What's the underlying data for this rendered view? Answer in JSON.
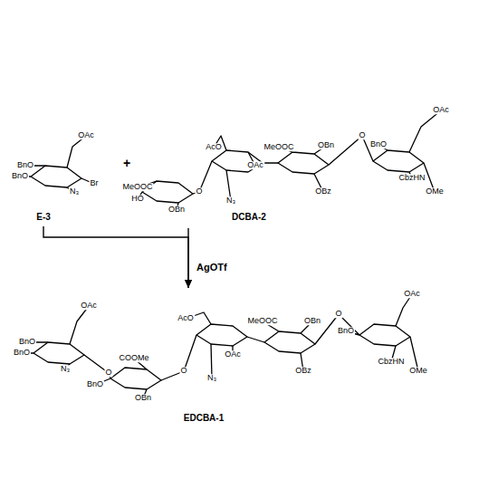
{
  "diagram": {
    "nodes": [
      {
        "text": [
          "E-3"
        ]
      },
      {
        "text": [
          "DCBA-2"
        ]
      },
      {
        "text": [
          "EDCBA-1"
        ]
      }
    ],
    "edges": [
      {
        "from": 0,
        "to": 2,
        "arrow": "to"
      },
      {
        "from": 1,
        "to": 2,
        "label": "AgOTf",
        "arrow": "to"
      }
    ],
    "labels": [
      "OAc",
      "BnO",
      "BnO",
      "N₃",
      "Br",
      "+",
      "OAc",
      "AcO",
      "MeOOC",
      "OBn",
      "BnO",
      "OAc",
      "OBz",
      "CbzHN",
      "OMe",
      "MeOOC",
      "HO",
      "OBn",
      "N₃",
      "O",
      "O",
      "OAc",
      "BnO",
      "BnO",
      "N₃",
      "COOMe",
      "BnO",
      "OBn",
      "O",
      "AcO",
      "OAc",
      "N₃",
      "MeOOC",
      "OBn",
      "OBz",
      "O",
      "BnO",
      "OAc",
      "CbzHN",
      "OMe",
      "O"
    ]
  }
}
